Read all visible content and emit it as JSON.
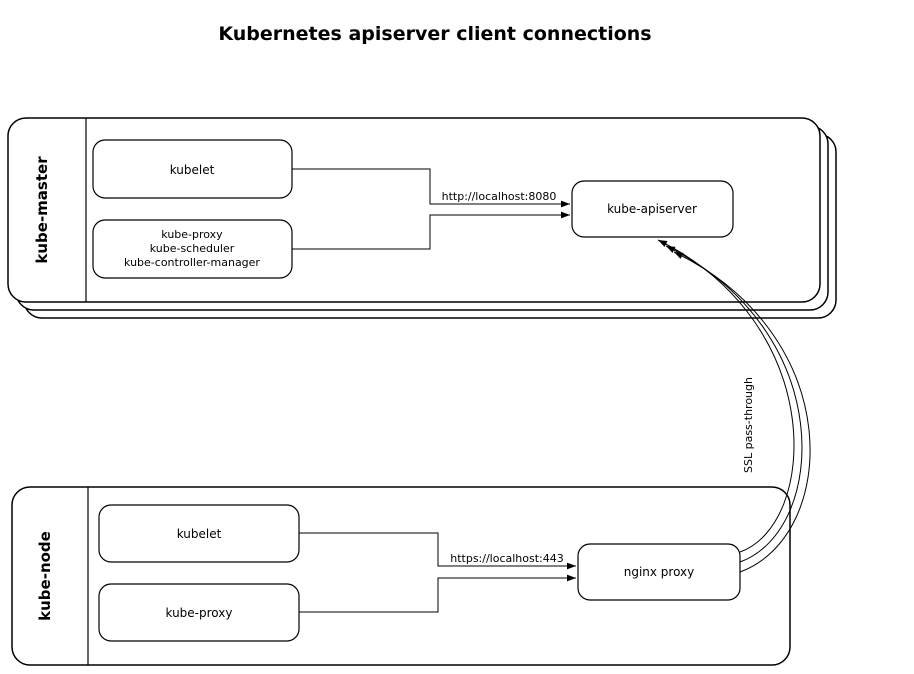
{
  "title": "Kubernetes apiserver client connections",
  "groups": {
    "master": {
      "label": "kube-master",
      "kubelet": "kubelet",
      "stack_lines": [
        "kube-proxy",
        "kube-scheduler",
        "kube-controller-manager"
      ],
      "apiserver": "kube-apiserver",
      "connection_label": "http://localhost:8080"
    },
    "node": {
      "label": "kube-node",
      "kubelet": "kubelet",
      "kube_proxy": "kube-proxy",
      "nginx_proxy": "nginx proxy",
      "connection_label": "https://localhost:443"
    }
  },
  "ssl_label": "SSL pass-through",
  "colors": {
    "stroke": "#000000",
    "background": "#ffffff"
  }
}
